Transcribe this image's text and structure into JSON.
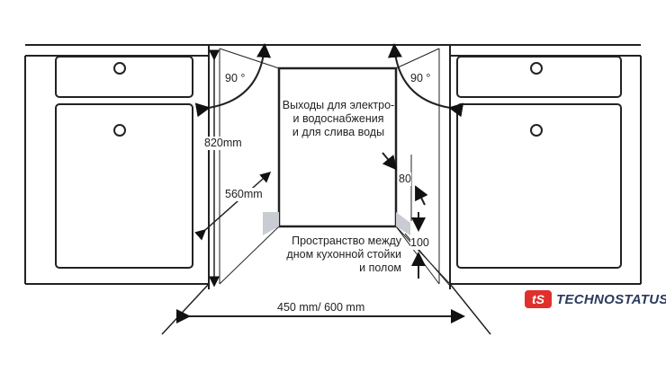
{
  "labels": {
    "angle_left": "90 °",
    "angle_right": "90 °",
    "height": "820mm",
    "depth": "560mm",
    "width": "450 mm/ 600 mm",
    "outlets": [
      "Выходы для электро-",
      "и водоснабжения",
      "и для слива воды"
    ],
    "dim_80": "80",
    "dim_100": "100",
    "plinth_space": [
      "Пространство между",
      "дном кухонной стойки",
      "и полом"
    ]
  },
  "logo": {
    "mark": "tS",
    "name": "TECHNOSTATUS",
    "mark_color": "#e0302c",
    "name_color": "#2b3a5c"
  }
}
